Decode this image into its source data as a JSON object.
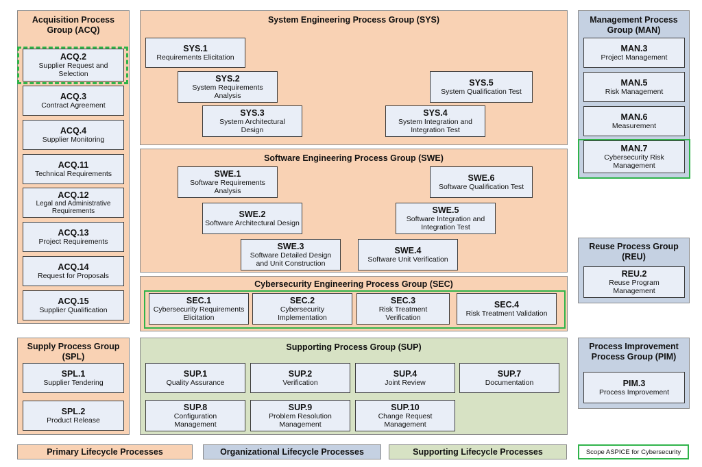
{
  "acq": {
    "title": "Acquisition Process Group (ACQ)",
    "items": [
      {
        "code": "ACQ.2",
        "name": "Supplier Request and Selection"
      },
      {
        "code": "ACQ.3",
        "name": "Contract Agreement"
      },
      {
        "code": "ACQ.4",
        "name": "Supplier Monitoring"
      },
      {
        "code": "ACQ.11",
        "name": "Technical Requirements"
      },
      {
        "code": "ACQ.12",
        "name": "Legal and Administrative Requirements"
      },
      {
        "code": "ACQ.13",
        "name": "Project Requirements"
      },
      {
        "code": "ACQ.14",
        "name": "Request for Proposals"
      },
      {
        "code": "ACQ.15",
        "name": "Supplier Qualification"
      }
    ]
  },
  "sys": {
    "title": "System Engineering Process Group (SYS)",
    "items": [
      {
        "code": "SYS.1",
        "name": "Requirements Elicitation"
      },
      {
        "code": "SYS.2",
        "name": "System Requirements Analysis"
      },
      {
        "code": "SYS.3",
        "name": "System Architectural Design"
      },
      {
        "code": "SYS.4",
        "name": "System Integration and Integration Test"
      },
      {
        "code": "SYS.5",
        "name": "System Qualification Test"
      }
    ]
  },
  "swe": {
    "title": "Software Engineering Process Group (SWE)",
    "items": [
      {
        "code": "SWE.1",
        "name": "Software Requirements Analysis"
      },
      {
        "code": "SWE.2",
        "name": "Software Architectural Design"
      },
      {
        "code": "SWE.3",
        "name": "Software Detailed Design and Unit Construction"
      },
      {
        "code": "SWE.4",
        "name": "Software Unit Verification"
      },
      {
        "code": "SWE.5",
        "name": "Software Integration and Integration Test"
      },
      {
        "code": "SWE.6",
        "name": "Software Qualification Test"
      }
    ]
  },
  "sec": {
    "title": "Cybersecurity Engineering Process Group (SEC)",
    "items": [
      {
        "code": "SEC.1",
        "name": "Cybersecurity Requirements Elicitation"
      },
      {
        "code": "SEC.2",
        "name": "Cybersecurity Implementation"
      },
      {
        "code": "SEC.3",
        "name": "Risk Treatment Verification"
      },
      {
        "code": "SEC.4",
        "name": "Risk Treatment Validation"
      }
    ]
  },
  "man": {
    "title": "Management Process Group (MAN)",
    "items": [
      {
        "code": "MAN.3",
        "name": "Project Management"
      },
      {
        "code": "MAN.5",
        "name": "Risk Management"
      },
      {
        "code": "MAN.6",
        "name": "Measurement"
      },
      {
        "code": "MAN.7",
        "name": "Cybersecurity Risk Management"
      }
    ]
  },
  "reu": {
    "title": "Reuse Process Group (REU)",
    "items": [
      {
        "code": "REU.2",
        "name": "Reuse Program Management"
      }
    ]
  },
  "spl": {
    "title": "Supply Process Group (SPL)",
    "items": [
      {
        "code": "SPL.1",
        "name": "Supplier Tendering"
      },
      {
        "code": "SPL.2",
        "name": "Product Release"
      }
    ]
  },
  "sup": {
    "title": "Supporting Process Group (SUP)",
    "items": [
      {
        "code": "SUP.1",
        "name": "Quality Assurance"
      },
      {
        "code": "SUP.2",
        "name": "Verification"
      },
      {
        "code": "SUP.4",
        "name": "Joint Review"
      },
      {
        "code": "SUP.7",
        "name": "Documentation"
      },
      {
        "code": "SUP.8",
        "name": "Configuration Management"
      },
      {
        "code": "SUP.9",
        "name": "Problem Resolution Management"
      },
      {
        "code": "SUP.10",
        "name": "Change Request Management"
      }
    ]
  },
  "pim": {
    "title": "Process Improvement Process Group (PIM)",
    "items": [
      {
        "code": "PIM.3",
        "name": "Process Improvement"
      }
    ]
  },
  "legend": {
    "primary": "Primary Lifecycle Processes",
    "organizational": "Organizational Lifecycle Processes",
    "supporting": "Supporting Lifecycle Processes",
    "scope": "Scope ASPICE for Cybersecurity"
  },
  "colors": {
    "primary": "#f9d2b4",
    "organizational": "#c5d1e2",
    "supporting": "#d7e2c4",
    "process_box": "#e9eef7",
    "scope_green": "#2fb34a"
  }
}
